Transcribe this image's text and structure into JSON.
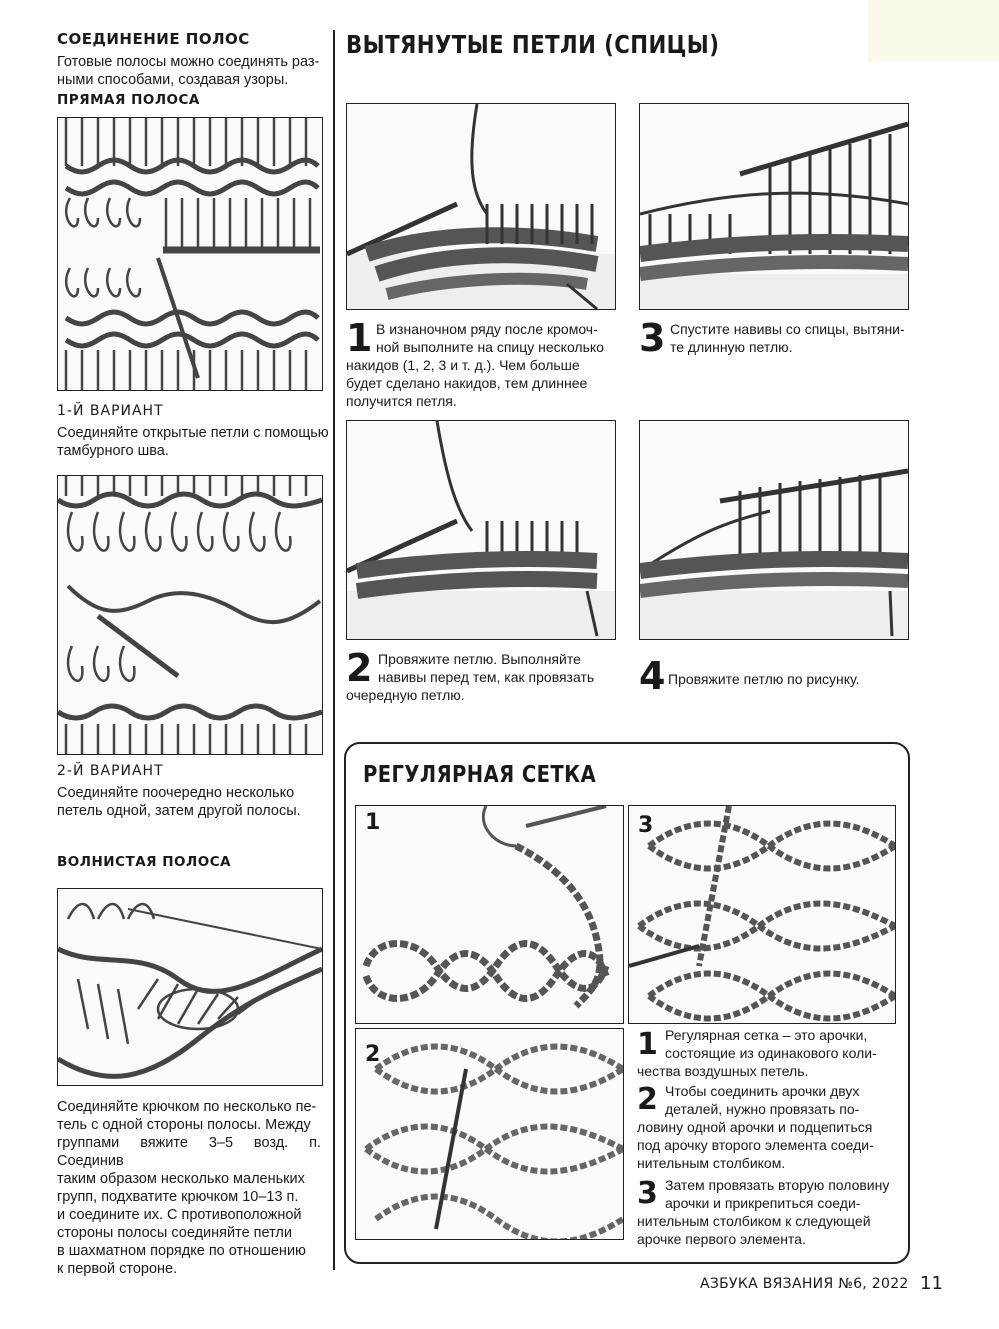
{
  "left": {
    "join_title": "СОЕДИНЕНИЕ ПОЛОС",
    "join_text": [
      "Готовые полосы можно соединять раз-",
      "ными способами, создавая узоры."
    ],
    "straight_title": "ПРЯМАЯ ПОЛОСА",
    "variant1_title": "1-Й ВАРИАНТ",
    "variant1_text": [
      "Соединяйте открытые петли с помощью",
      "тамбурного шва."
    ],
    "variant2_title": "2-Й ВАРИАНТ",
    "variant2_text": [
      "Соединяйте поочередно несколько",
      "петель одной, затем другой полосы."
    ],
    "wavy_title": "ВОЛНИСТАЯ ПОЛОСА",
    "wavy_text": [
      "Соединяйте крючком по несколько пе-",
      "тель с одной стороны полосы. Между",
      "группами вяжите 3–5 возд. п. Соединив",
      "таким образом несколько маленьких",
      "групп, подхватите крючком 10–13 п.",
      "и соедините их. С противоположной",
      "стороны полосы соединяйте петли",
      "в шахматном порядке по отношению",
      "к первой стороне."
    ]
  },
  "right": {
    "title": "ВЫТЯНУТЫЕ ПЕТЛИ (СПИЦЫ)",
    "steps": [
      {
        "num": "1",
        "lines": [
          "В изнаночном ряду после кромоч-",
          "ной выполните на спицу несколько",
          "накидов (1, 2, 3 и т. д.). Чем больше",
          "будет сделано накидов, тем длиннее",
          "получится петля."
        ]
      },
      {
        "num": "3",
        "lines": [
          "Спустите навивы со спицы, вытяни-",
          "те длинную петлю."
        ]
      },
      {
        "num": "2",
        "lines": [
          "Провяжите петлю. Выполняйте",
          "навивы перед тем, как провязать",
          "очередную петлю."
        ]
      },
      {
        "num": "4",
        "lines": [
          "Провяжите петлю по рисунку."
        ]
      }
    ]
  },
  "mesh": {
    "title": "РЕГУЛЯРНАЯ СЕТКА",
    "labels": [
      "1",
      "3",
      "2"
    ],
    "steps": [
      {
        "num": "1",
        "lines": [
          "Регулярная сетка – это арочки,",
          "состоящие из одинакового коли-",
          "чества воздушных петель."
        ]
      },
      {
        "num": "2",
        "lines": [
          "Чтобы соединить арочки двух",
          "деталей, нужно провязать по-",
          "ловину одной арочки и подцепиться",
          "под арочку второго элемента соеди-",
          "нительным столбиком."
        ]
      },
      {
        "num": "3",
        "lines": [
          "Затем провязать вторую половину",
          "арочки и прикрепиться соеди-",
          "нительным столбиком к следующей",
          "арочке первого элемента."
        ]
      }
    ]
  },
  "footer": {
    "magazine": "АЗБУКА ВЯЗАНИЯ №6, 2022",
    "page": "11"
  }
}
